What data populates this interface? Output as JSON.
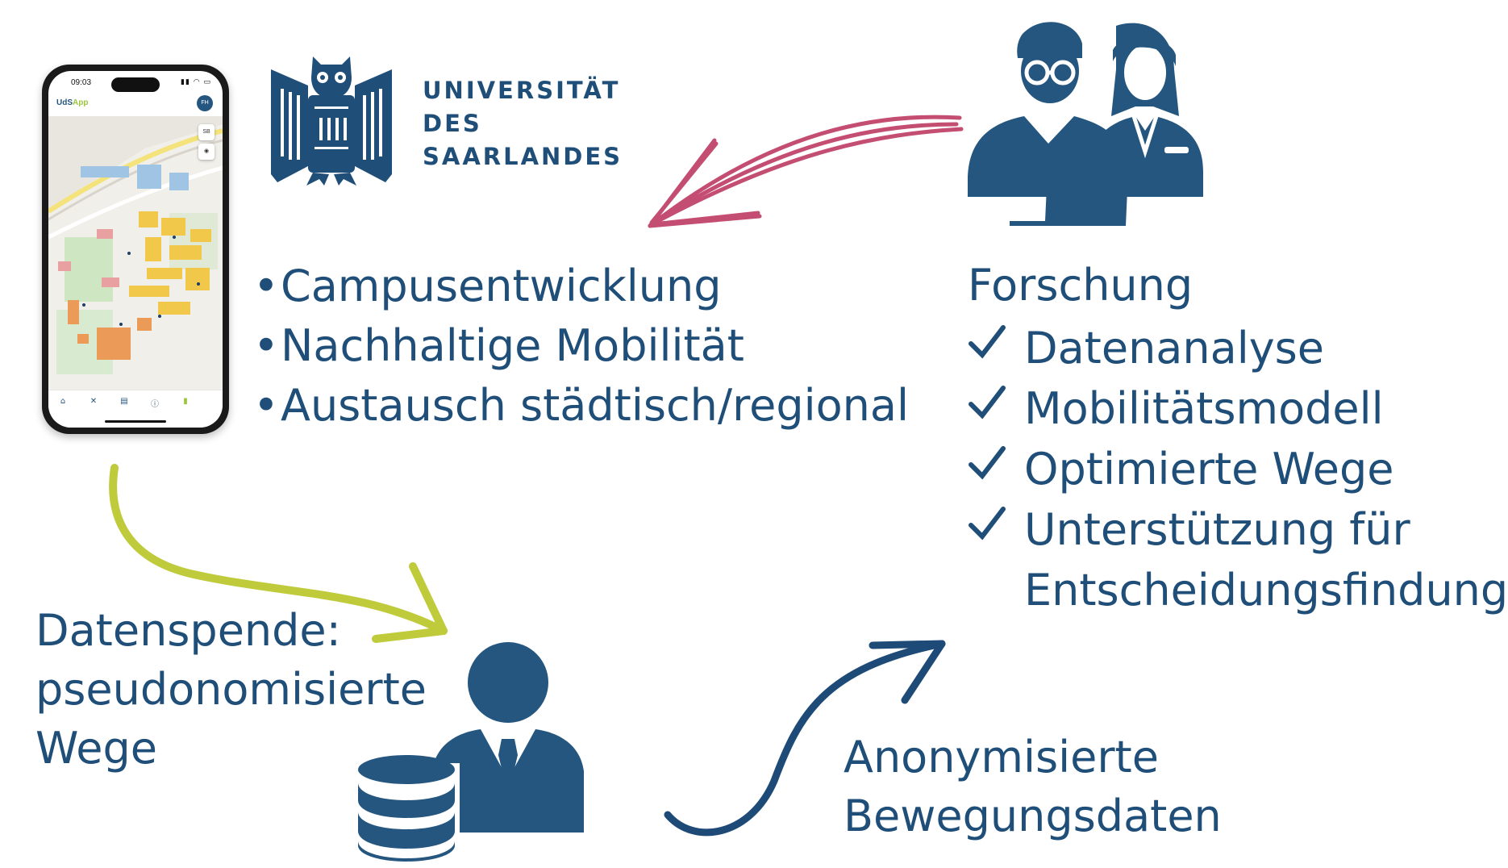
{
  "phone": {
    "time": "09:03",
    "status_icons": "▮▮ ◠ ▭",
    "app_name_a": "UdS",
    "app_name_b": "App",
    "avatar": "FH",
    "map_buttons": [
      "SB",
      "◉"
    ]
  },
  "logo": {
    "line1": "UNIVERSITÄT",
    "line2": "DES",
    "line3": "SAARLANDES"
  },
  "goals": {
    "items": [
      "Campusentwicklung",
      "Nachhaltige Mobilität",
      "Austausch städtisch/regional"
    ]
  },
  "research": {
    "title": "Forschung",
    "items": [
      "Datenanalyse",
      "Mobilitätsmodell",
      "Optimierte Wege",
      "Unterstützung für",
      "Entscheidungsfindung"
    ]
  },
  "donation": {
    "line1": "Datenspende:",
    "line2": "pseudonomisierte",
    "line3": "Wege"
  },
  "anonymized": {
    "line1": "Anonymisierte",
    "line2": "Bewegungsdaten"
  },
  "colors": {
    "primary": "#1f4e79",
    "icon": "#24567f",
    "arrow_pink": "#c44d72",
    "arrow_green": "#bfcb3a",
    "arrow_navy": "#1d4a76"
  },
  "icons": [
    "phone-mockup",
    "owl-seal-logo",
    "researchers-icon",
    "data-manager-icon",
    "checkmark-icon"
  ]
}
